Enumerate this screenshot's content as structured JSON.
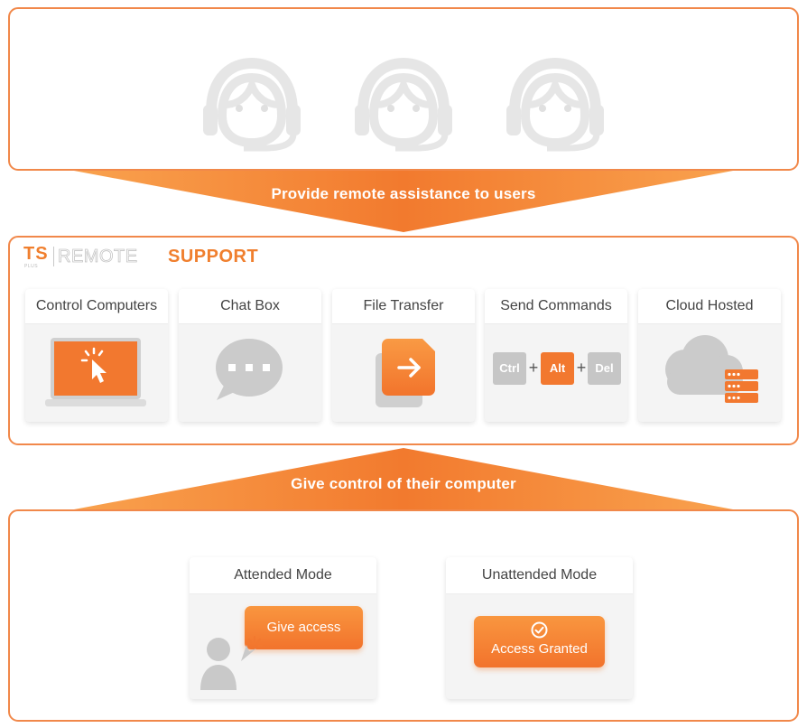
{
  "bands": {
    "top_label": "Provide remote assistance to users",
    "middle_label": "Give control of their computer"
  },
  "logo": {
    "ts": "TS",
    "ts_sub": "PLUS",
    "remote": "REMOTE",
    "support": "SUPPORT"
  },
  "features": [
    {
      "label": "Control Computers",
      "icon": "laptop-cursor-icon"
    },
    {
      "label": "Chat Box",
      "icon": "chat-bubble-icon"
    },
    {
      "label": "File Transfer",
      "icon": "file-transfer-icon"
    },
    {
      "label": "Send Commands",
      "icon": "keyboard-keys-icon"
    },
    {
      "label": "Cloud Hosted",
      "icon": "cloud-server-icon"
    }
  ],
  "keys": {
    "ctrl": "Ctrl",
    "alt": "Alt",
    "del": "Del",
    "plus": "+"
  },
  "modes": {
    "attended": {
      "title": "Attended Mode",
      "button": "Give access"
    },
    "unattended": {
      "title": "Unattended Mode",
      "button": "Access Granted"
    }
  },
  "colors": {
    "accent": "#f2782f",
    "border": "#f1884a",
    "grey_icon": "#c9c9c9"
  }
}
